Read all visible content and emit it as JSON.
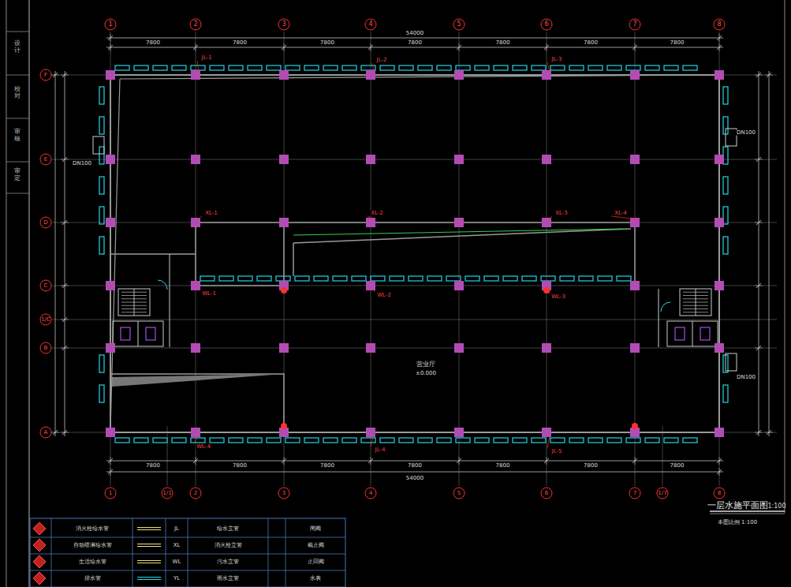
{
  "diagram": {
    "title": "一层水施平面图",
    "labels": [
      "1",
      "2",
      "3",
      "4",
      "5",
      "6",
      "7",
      "8",
      "1",
      "1/1",
      "2",
      "3",
      "4",
      "5",
      "6",
      "7",
      "1/7",
      "8",
      "F",
      "E",
      "D",
      "C",
      "1/C",
      "B",
      "A",
      "54000",
      "7800",
      "7800",
      "7800",
      "7800",
      "7800",
      "7800",
      "7800",
      "7800",
      "7800",
      "7800",
      "7800",
      "7800",
      "7800",
      "7800",
      "54000",
      "JL-1",
      "JL-2",
      "JL-3",
      "XL-1",
      "XL-2",
      "XL-3",
      "XL-4",
      "WL-1",
      "WL-2",
      "WL-3",
      "WL-4",
      "JL-4",
      "JL-5",
      "营业厅",
      "±0.000",
      "DN100",
      "DN100",
      "DN100",
      "1:100",
      "本图比例 1:100",
      "设计",
      "校对",
      "审核",
      "审定",
      "JL",
      "XL",
      "WL",
      "YL",
      "给水立管",
      "消火栓立管",
      "污水立管",
      "雨水立管",
      "闸阀",
      "截止阀",
      "止回阀",
      "水表"
    ],
    "legend": [
      {
        "text": "消火栓给水管"
      },
      {
        "text": "自动喷淋给水管"
      },
      {
        "text": "生活给水管"
      },
      {
        "text": "排水管"
      }
    ]
  }
}
